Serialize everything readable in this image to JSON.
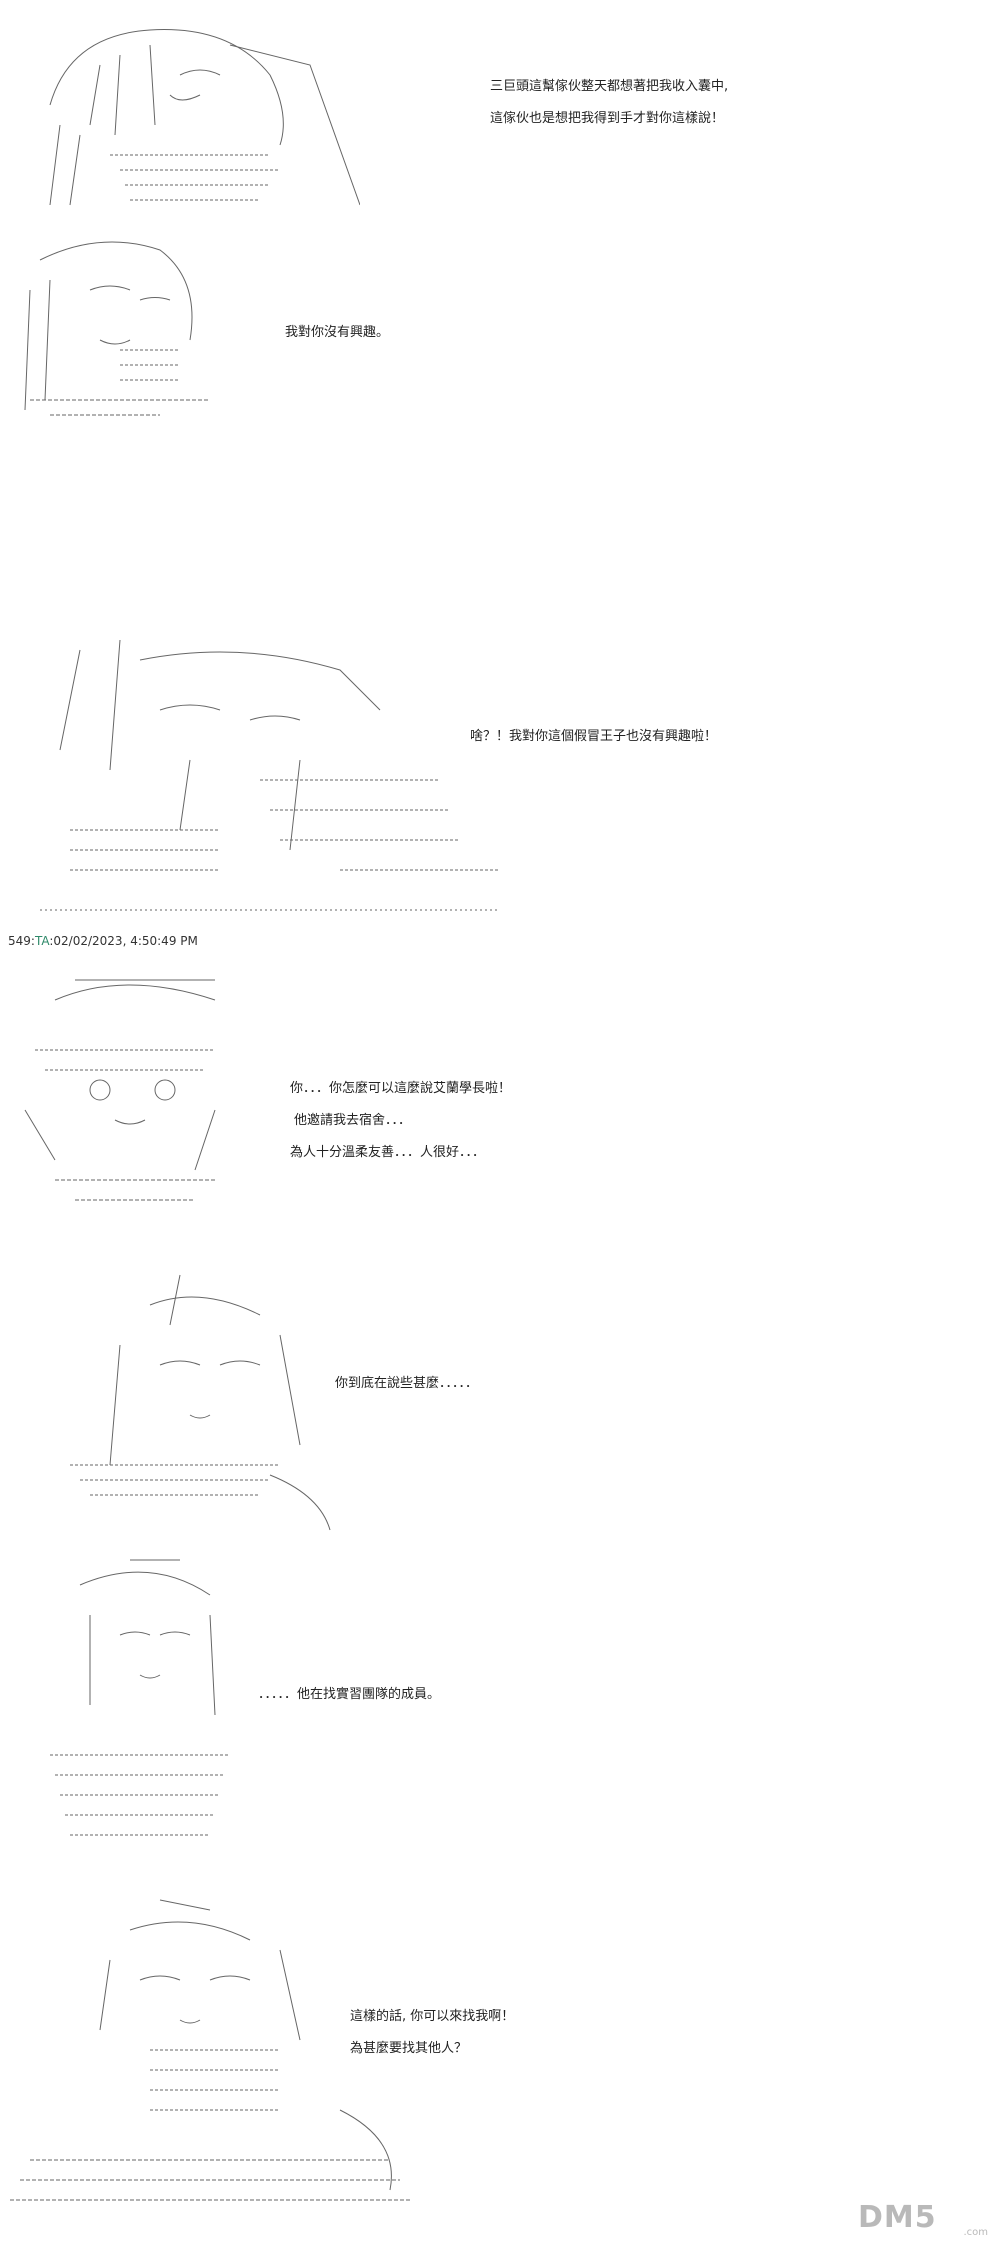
{
  "post_header": {
    "number": "549",
    "account": "TA",
    "timestamp": ":02/02/2023, 4:50:49 PM"
  },
  "panels": [
    {
      "lines": [
        "三巨頭這幫傢伙整天都想著把我收入囊中,",
        "這傢伙也是想把我得到手才對你這樣說！"
      ]
    },
    {
      "lines": [
        "我對你沒有興趣。"
      ]
    },
    {
      "lines": [
        "啥？！我對你這個假冒王子也沒有興趣啦！"
      ]
    },
    {
      "lines": [
        "你．．．你怎麼可以這麼說艾蘭學長啦！",
        "他邀請我去宿舍．．．",
        "為人十分溫柔友善．．．人很好．．．"
      ]
    },
    {
      "lines": [
        "你到底在說些甚麼．．．．．"
      ]
    },
    {
      "lines": [
        "．．．．．他在找實習團隊的成員。"
      ]
    },
    {
      "lines": [
        "這樣的話, 你可以來找我啊！",
        "為甚麼要找其他人？"
      ]
    }
  ],
  "watermark": {
    "logo": "DM5",
    "sub": ".com"
  }
}
